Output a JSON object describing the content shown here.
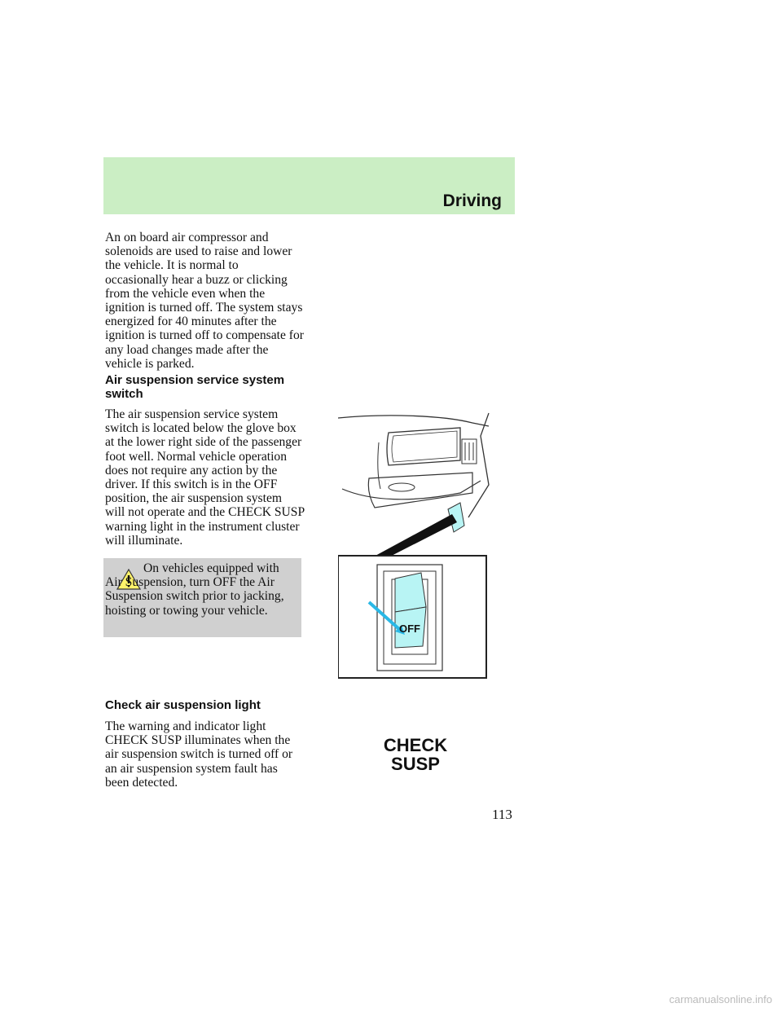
{
  "header": {
    "section_title": "Driving"
  },
  "body": {
    "intro_paragraph": "An on board air compressor and solenoids are used to raise and lower the vehicle. It is normal to occasionally hear a buzz or clicking from the vehicle even when the ignition is turned off. The system stays energized for 40 minutes after the ignition is turned off to compensate for any load changes made after the vehicle is parked.",
    "switch_heading": "Air suspension service system switch",
    "switch_paragraph": "The air suspension service system switch is located below the glove box at the lower right side of the passenger foot well. Normal vehicle operation does not require any action by the driver. If this switch is in the OFF position, the air suspension system will not operate and the CHECK SUSP warning light in the instrument cluster will illuminate.",
    "caution_text": "On vehicles equipped with Air Suspension, turn OFF the Air Suspension switch prior to jacking, hoisting or towing your vehicle.",
    "light_heading": "Check air suspension light",
    "light_paragraph": "The warning and indicator light CHECK SUSP illuminates when the air suspension switch is turned off or an air suspension system fault has been detected."
  },
  "illustration": {
    "switch_label": "OFF",
    "accent_color": "#b8f4f4"
  },
  "indicator": {
    "line1": "CHECK",
    "line2": "SUSP"
  },
  "page_number": "113",
  "footer": {
    "watermark": "carmanualsonline.info"
  }
}
